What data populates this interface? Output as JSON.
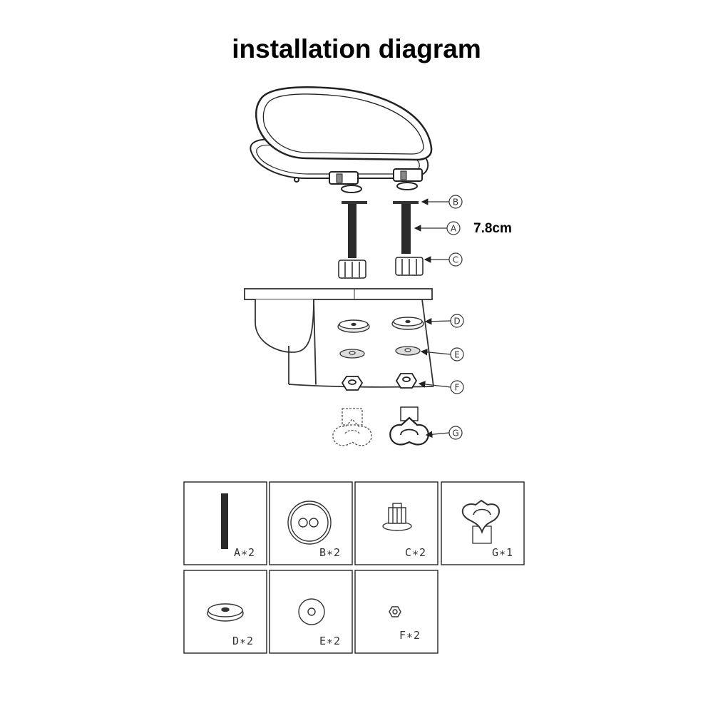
{
  "title": "installation diagram",
  "bolt_length": "7.8cm",
  "callouts": [
    "B",
    "A",
    "C",
    "D",
    "E",
    "F",
    "G"
  ],
  "parts": [
    {
      "label": "A∗2"
    },
    {
      "label": "B∗2"
    },
    {
      "label": "C∗2"
    },
    {
      "label": "G∗1"
    },
    {
      "label": "D∗2"
    },
    {
      "label": "E∗2"
    },
    {
      "label": "F∗2"
    }
  ]
}
